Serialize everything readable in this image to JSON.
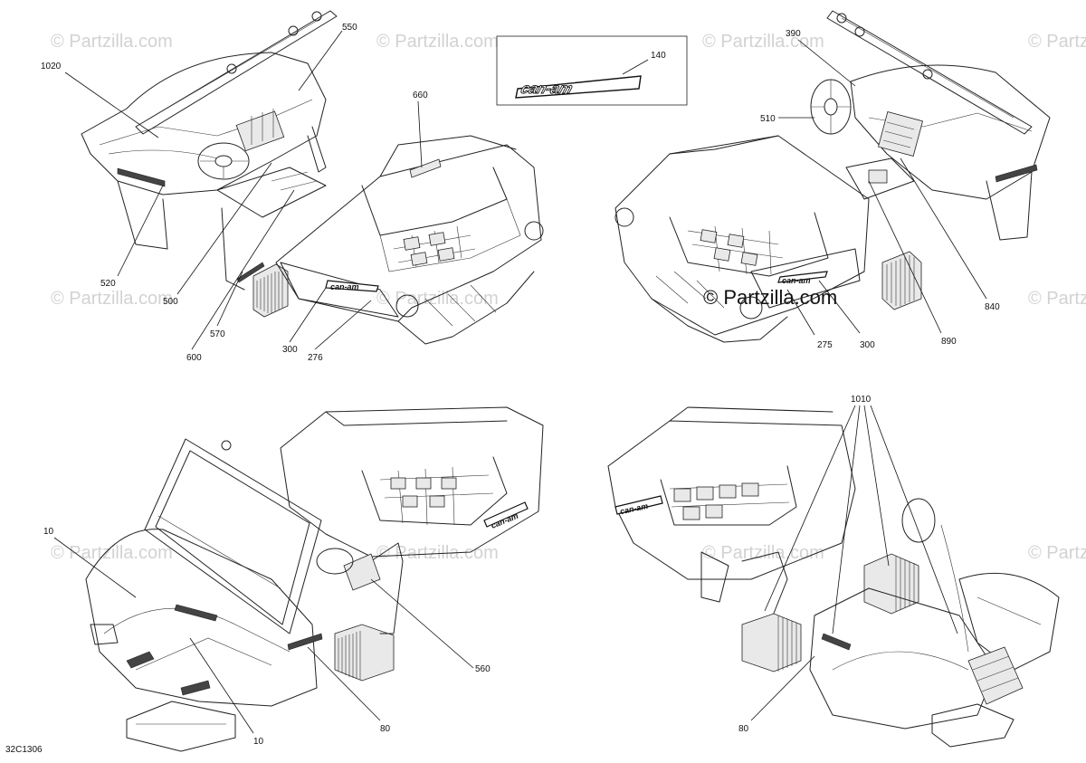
{
  "watermark": {
    "text": "© Partzilla.com",
    "center_text": "© Partzilla.com"
  },
  "logo": {
    "brand": "can-am",
    "callout": "140"
  },
  "callouts": {
    "c1020": "1020",
    "c550": "550",
    "c660": "660",
    "c520": "520",
    "c500": "500",
    "c570": "570",
    "c600": "600",
    "c300a": "300",
    "c276": "276",
    "c390": "390",
    "c510": "510",
    "c840": "840",
    "c890": "890",
    "c300b": "300",
    "c275": "275",
    "c10a": "10",
    "c10b": "10",
    "c560": "560",
    "c80a": "80",
    "c1010": "1010",
    "c80b": "80"
  },
  "diagram_code": "32C1306"
}
